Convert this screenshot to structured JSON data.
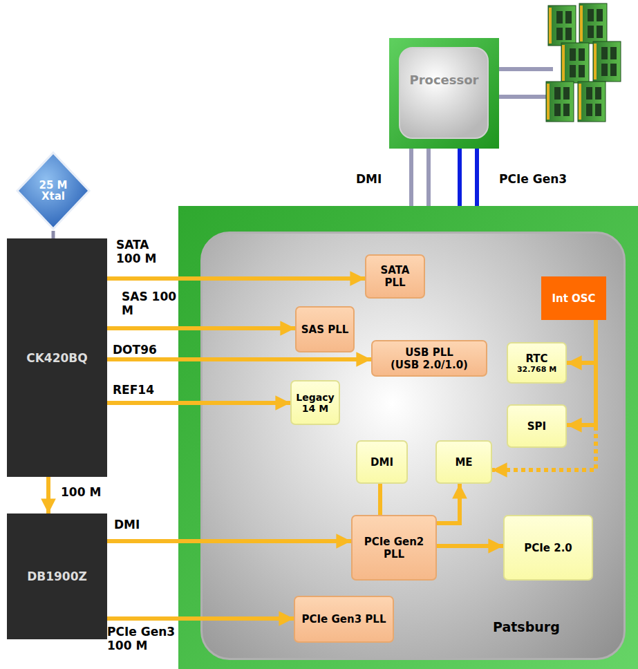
{
  "diagram": {
    "nodes": [
      {
        "text": [
          "25 M Xtal"
        ]
      },
      {
        "text": [
          "Processor"
        ]
      },
      {
        "text": [
          "CK420BQ"
        ]
      },
      {
        "text": [
          "DB1900Z"
        ]
      },
      {
        "text": [
          "Patsburg"
        ]
      },
      {
        "text": [
          "SATA PLL"
        ],
        "in": 4
      },
      {
        "text": [
          "Int OSC"
        ],
        "in": 4
      },
      {
        "text": [
          "SAS PLL"
        ],
        "in": 4
      },
      {
        "text": [
          "USB PLL (USB 2.0/1.0)"
        ],
        "in": 4
      },
      {
        "text": [
          "RTC",
          "32.768 M"
        ],
        "in": 4
      },
      {
        "text": [
          "Legacy 14 M"
        ],
        "in": 4
      },
      {
        "text": [
          "SPI"
        ],
        "in": 4
      },
      {
        "text": [
          "DMI"
        ],
        "in": 4
      },
      {
        "text": [
          "ME"
        ],
        "in": 4
      },
      {
        "text": [
          "PCIe Gen2 PLL"
        ],
        "in": 4
      },
      {
        "text": [
          "PCIe 2.0"
        ],
        "in": 4
      },
      {
        "text": [
          "PCIe Gen3 PLL"
        ],
        "in": 4
      }
    ],
    "edges": [
      {
        "from": 0,
        "to": 2,
        "arrow": "none"
      },
      {
        "from": 2,
        "to": 5,
        "label": "SATA 100 M",
        "arrow": "to"
      },
      {
        "from": 2,
        "to": 7,
        "label": "SAS 100 M",
        "arrow": "to"
      },
      {
        "from": 2,
        "to": 8,
        "label": "DOT96",
        "arrow": "to"
      },
      {
        "from": 2,
        "to": 10,
        "label": "REF14",
        "arrow": "to"
      },
      {
        "from": 2,
        "to": 3,
        "label": "100 M",
        "arrow": "to"
      },
      {
        "from": 3,
        "to": 14,
        "label": "DMI",
        "arrow": "to"
      },
      {
        "from": 3,
        "to": 16,
        "label": "PCIe Gen3 100 M",
        "arrow": "to"
      },
      {
        "from": 14,
        "to": 12,
        "arrow": "to"
      },
      {
        "from": 14,
        "to": 13,
        "arrow": "to"
      },
      {
        "from": 14,
        "to": 15,
        "arrow": "to"
      },
      {
        "from": 6,
        "to": 9,
        "arrow": "to"
      },
      {
        "from": 6,
        "to": 11,
        "arrow": "to"
      },
      {
        "from": 6,
        "to": 13,
        "arrow": "to"
      },
      {
        "from": 1,
        "to": 4,
        "label": "DMI",
        "arrow": "none"
      },
      {
        "from": 1,
        "to": 4,
        "label": "PCIe Gen3",
        "arrow": "none"
      }
    ]
  }
}
